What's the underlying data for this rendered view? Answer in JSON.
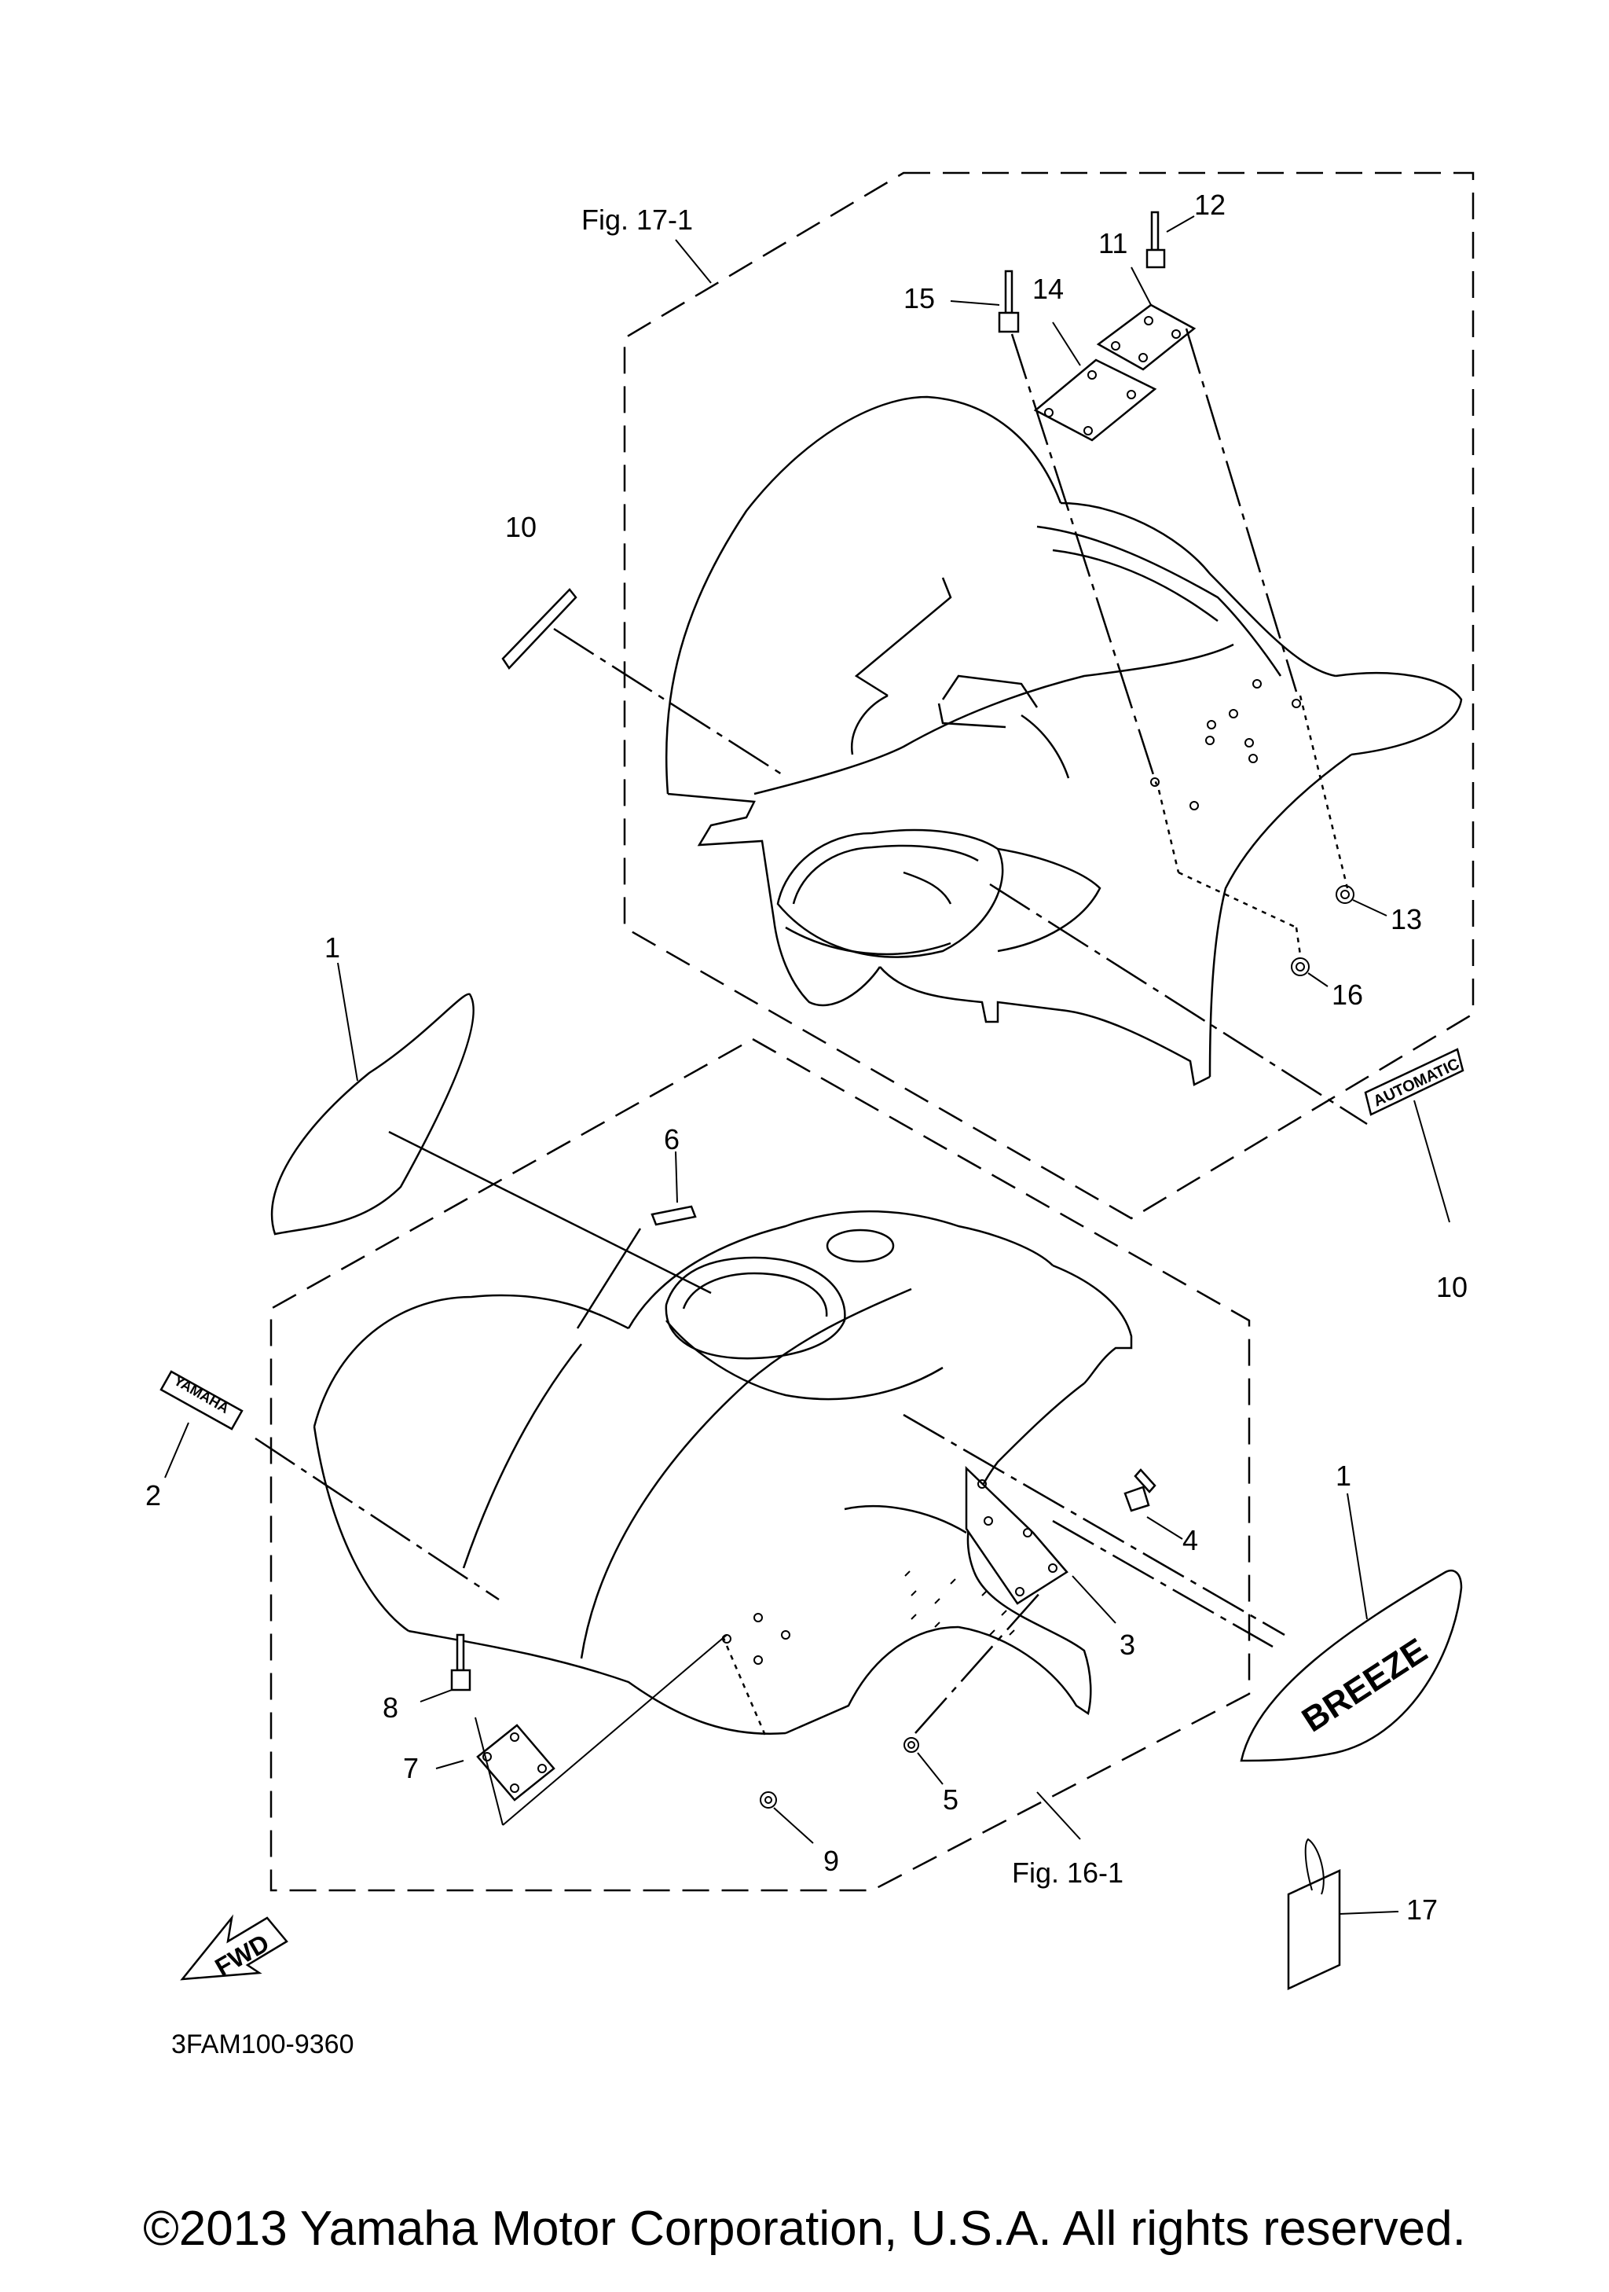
{
  "figure_refs": {
    "upper": "Fig. 17-1",
    "lower": "Fig. 16-1"
  },
  "callouts": {
    "c1a": "1",
    "c1b": "1",
    "c2": "2",
    "c3": "3",
    "c4": "4",
    "c5": "5",
    "c6": "6",
    "c7": "7",
    "c8": "8",
    "c9": "9",
    "c10a": "10",
    "c10b": "10",
    "c11": "11",
    "c12": "12",
    "c13": "13",
    "c14": "14",
    "c15": "15",
    "c16": "16",
    "c17": "17"
  },
  "decals": {
    "yamaha": "YAMAHA",
    "breeze": "BREEZE",
    "automatic": "AUTOMATIC"
  },
  "fwd_label": "FWD",
  "diagram_code": "3FAM100-9360",
  "copyright": "©2013 Yamaha Motor Corporation, U.S.A. All rights reserved."
}
